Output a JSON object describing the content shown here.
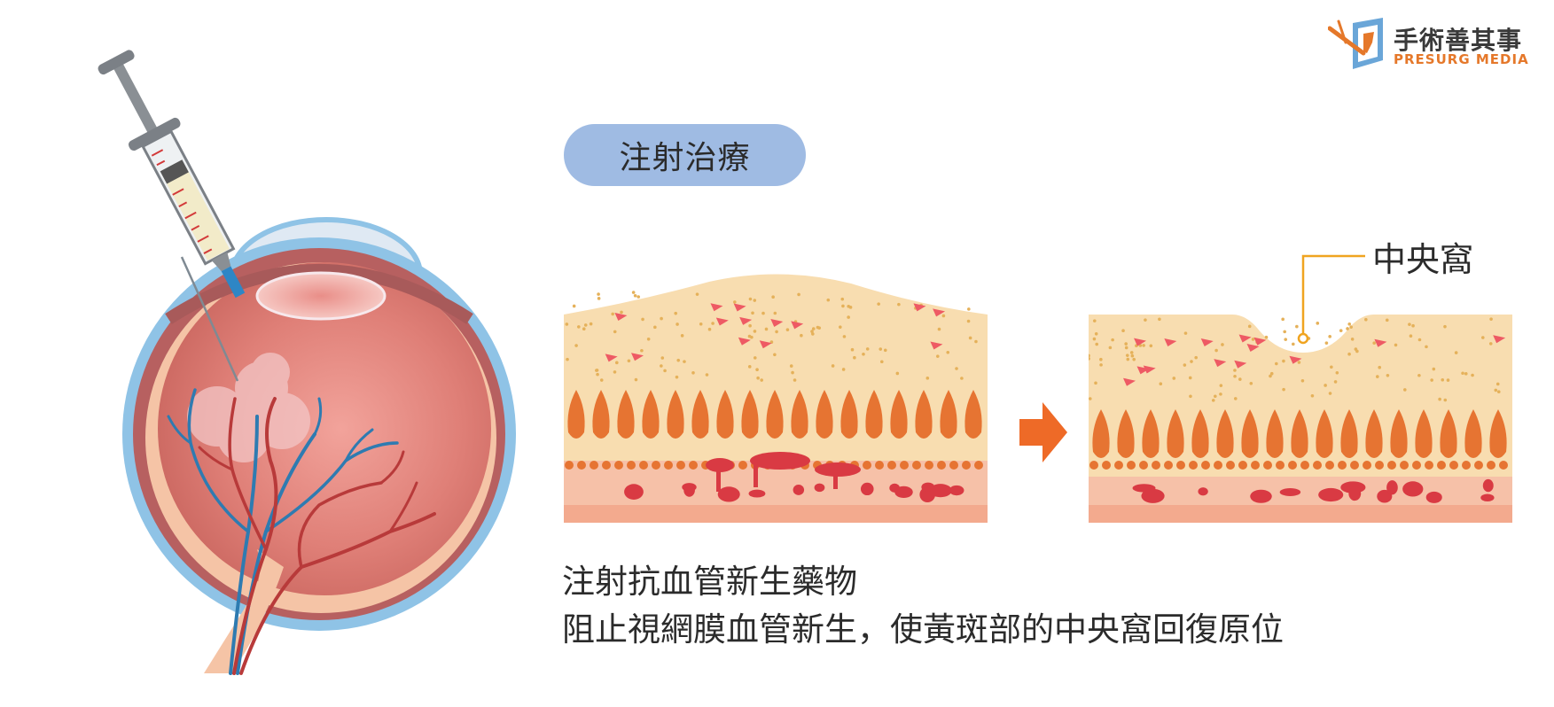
{
  "logo": {
    "chinese": "手術善其事",
    "english": "PRESURG MEDIA",
    "colors": {
      "text": "#3a3a3a",
      "accent": "#e5782a",
      "blue": "#6aa6d8"
    }
  },
  "title_pill": {
    "label": "注射治療",
    "color": "#9fbbe3"
  },
  "fovea_label": "中央窩",
  "caption": {
    "line1": "注射抗血管新生藥物",
    "line2": "阻止視網膜血管新生，使黃斑部的中央窩回復原位"
  },
  "colors": {
    "arrow": "#ee6a27",
    "retina_bg": "#f8ddb0",
    "photoreceptor": "#e67432",
    "blood": "#d93a43",
    "choroid": "#f6c1a8",
    "eye_outer": "#8fc3e6",
    "eye_globe": "#d8766e",
    "leader_line": "#f0a420"
  }
}
